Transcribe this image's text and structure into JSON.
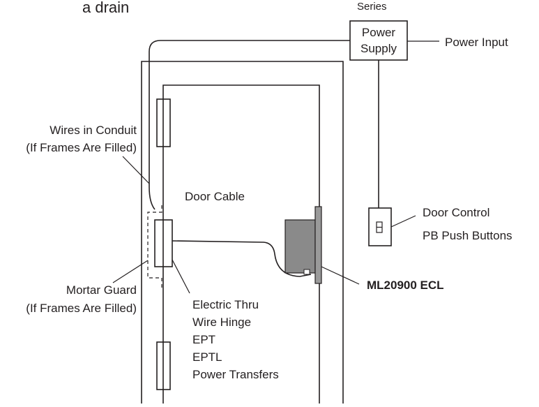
{
  "labels": {
    "top_left_fragment": "a drain",
    "top_right_fragment": "Series",
    "power_supply_line1": "Power",
    "power_supply_line2": "Supply",
    "power_input": "Power Input",
    "wires_in_conduit_line1": "Wires in Conduit",
    "wires_in_conduit_line2": "(If Frames Are Filled)",
    "door_cable": "Door Cable",
    "door_control_line1": "Door Control",
    "door_control_line2": "PB Push Buttons",
    "mortar_guard_line1": "Mortar Guard",
    "mortar_guard_line2": "(If Frames Are Filled)",
    "ecl_model": "ML20900 ECL",
    "hinge_line1": "Electric Thru",
    "hinge_line2": "Wire Hinge",
    "hinge_line3": "EPT",
    "hinge_line4": "EPTL",
    "hinge_line5": "Power Transfers"
  },
  "colors": {
    "ink": "#231f20",
    "lock_body": "#8a8a8a",
    "faceplate": "#9a9a9a",
    "background": "#ffffff"
  }
}
